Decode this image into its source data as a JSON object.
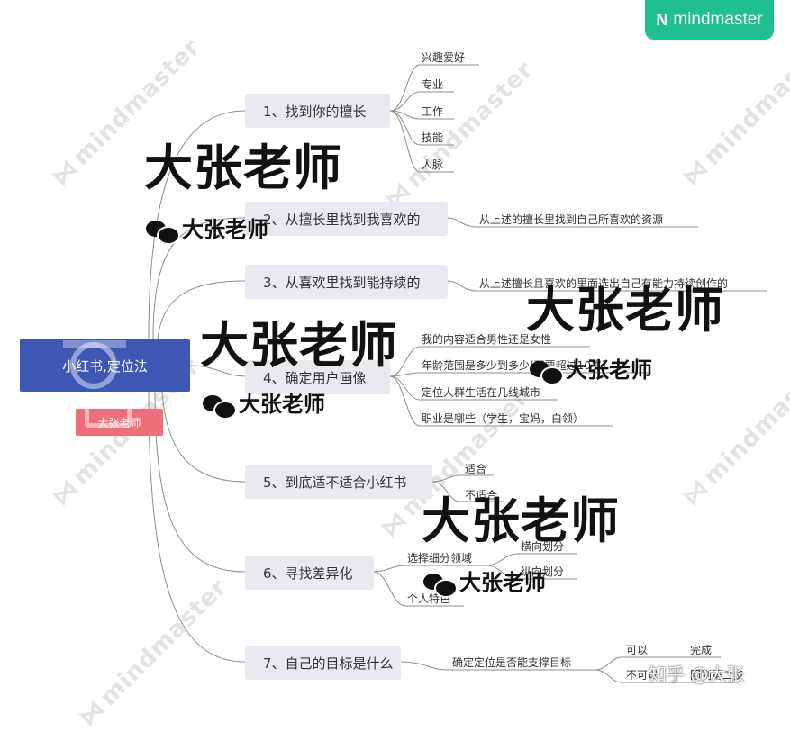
{
  "brand": {
    "logo_glyph": "N",
    "name": "mindmaster"
  },
  "watermark_text": "mindmaster",
  "root": {
    "label": "小红书,定位法"
  },
  "root_tag": {
    "label": "大张老师"
  },
  "branches": [
    {
      "label": "1、找到你的擅长",
      "children": [
        "兴趣爱好",
        "专业",
        "工作",
        "技能",
        "人脉"
      ]
    },
    {
      "label": "2、从擅长里找到我喜欢的",
      "children": [
        "从上述的擅长里找到自己所喜欢的资源"
      ]
    },
    {
      "label": "3、从喜欢里找到能持续的",
      "children": [
        "从上述擅长且喜欢的里面选出自己有能力持续创作的"
      ]
    },
    {
      "label": "4、确定用户画像",
      "children": [
        "我的内容适合男性还是女性",
        "年龄范围是多少到多少(不要超过10岁)",
        "定位人群生活在几线城市",
        "职业是哪些（学生，宝妈，白领）"
      ]
    },
    {
      "label": "5、到底适不适合小红书",
      "children": [
        "适合",
        "不适合"
      ]
    },
    {
      "label": "6、寻找差异化",
      "children": [
        "选择细分领域",
        "横向划分",
        "纵向划分",
        "个人特色"
      ]
    },
    {
      "label": "7、自己的目标是什么",
      "children": [
        "确定定位是否能支撑目标",
        "可以",
        "完成",
        "不可以",
        "回到第二步"
      ]
    }
  ],
  "overlays": {
    "big_text": "大张老师",
    "wechat_text": "大张老师"
  },
  "footer": {
    "zhihu": "知乎 @大张"
  },
  "colors": {
    "root": "#3d57b3",
    "tag": "#ee6f77",
    "brand": "#1fbf8f",
    "branch_bg": "#e9eaf0",
    "line": "#8c8c8c"
  }
}
